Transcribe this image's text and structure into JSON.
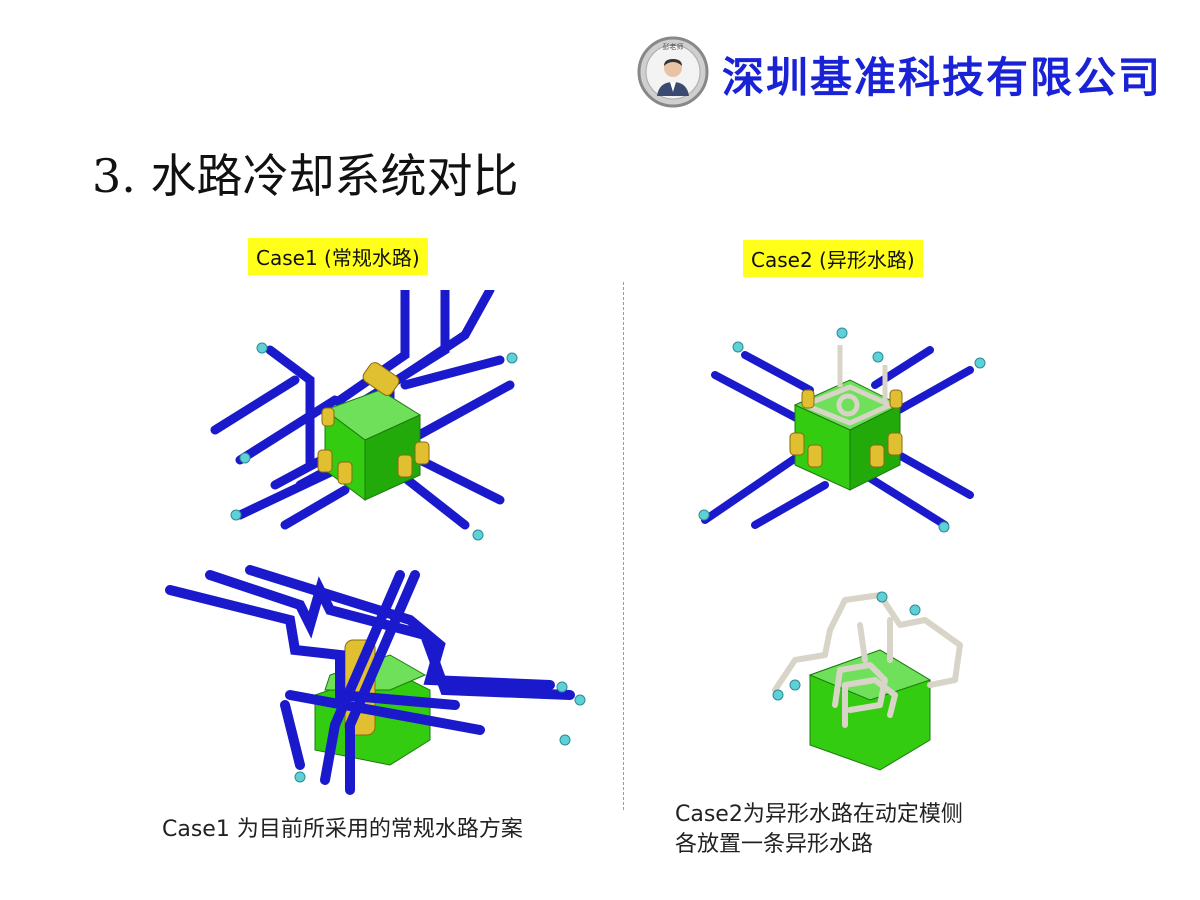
{
  "header": {
    "company_name": "深圳基准科技有限公司",
    "logo_text": "彭老师"
  },
  "slide": {
    "title": "3. 水路冷却系统对比"
  },
  "case1": {
    "label": "Case1 (常规水路)",
    "description": "Case1 为目前所采用的常规水路方案"
  },
  "case2": {
    "label": "Case2 (异形水路)",
    "description_line1": "Case2为异形水路在动定模侧",
    "description_line2": "各放置一条异形水路"
  },
  "colors": {
    "company_text": "#1a22d6",
    "label_highlight": "#ffff1a",
    "pipe_blue": "#1a1acc",
    "mold_green": "#33cc11",
    "insert_yellow": "#e0c030",
    "conformal_pipe": "#d8d4c8",
    "fitting_cyan": "#5fd0d8"
  }
}
